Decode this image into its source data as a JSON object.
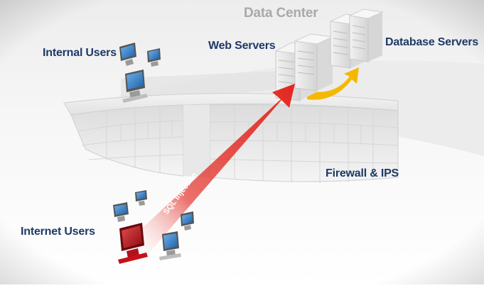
{
  "title": "Data Center",
  "labels": {
    "internal_users": "Internal Users",
    "web_servers": "Web Servers",
    "database_servers": "Database Servers",
    "firewall": "Firewall & IPS",
    "internet_users": "Internet Users",
    "attack": "SQL Injection"
  },
  "colors": {
    "label": "#1d3a66",
    "title": "#a9a9a9",
    "attack_arrow": "#e3261f",
    "db_arrow": "#f5b800",
    "attacker_monitor": "#c4121a",
    "monitor_blue": "#2f7fc8"
  }
}
